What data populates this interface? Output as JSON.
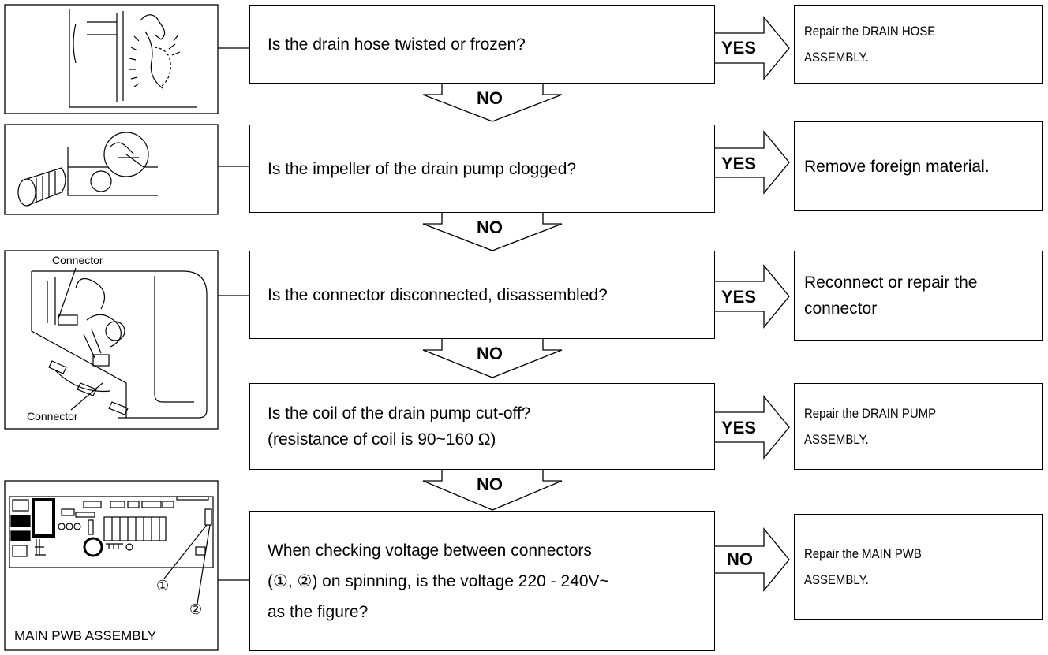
{
  "steps": [
    {
      "question": "Is the drain hose twisted or frozen?",
      "branch": "YES",
      "action": "Repair the DRAIN HOSE\nASSEMBLY."
    },
    {
      "question": "Is the impeller of the drain pump clogged?",
      "branch": "YES",
      "action": "Remove foreign material."
    },
    {
      "question": "Is the connector disconnected, disassembled?",
      "branch": "YES",
      "action": "Reconnect or repair the\nconnector",
      "figure_labels": [
        "Connector",
        "Connector"
      ]
    },
    {
      "question": "Is the coil of the drain pump cut-off?\n(resistance of coil is 90~160 Ω)",
      "branch": "YES",
      "action": "Repair the DRAIN PUMP\nASSEMBLY."
    },
    {
      "question": "When checking voltage between connectors\n(①, ②) on spinning, is the voltage 220 - 240V~\nas the figure?",
      "branch": "NO",
      "action": "Repair the MAIN PWB\nASSEMBLY.",
      "figure_labels": [
        "①",
        "②"
      ],
      "figure_caption": "MAIN PWB ASSEMBLY"
    }
  ],
  "down_label": "NO"
}
